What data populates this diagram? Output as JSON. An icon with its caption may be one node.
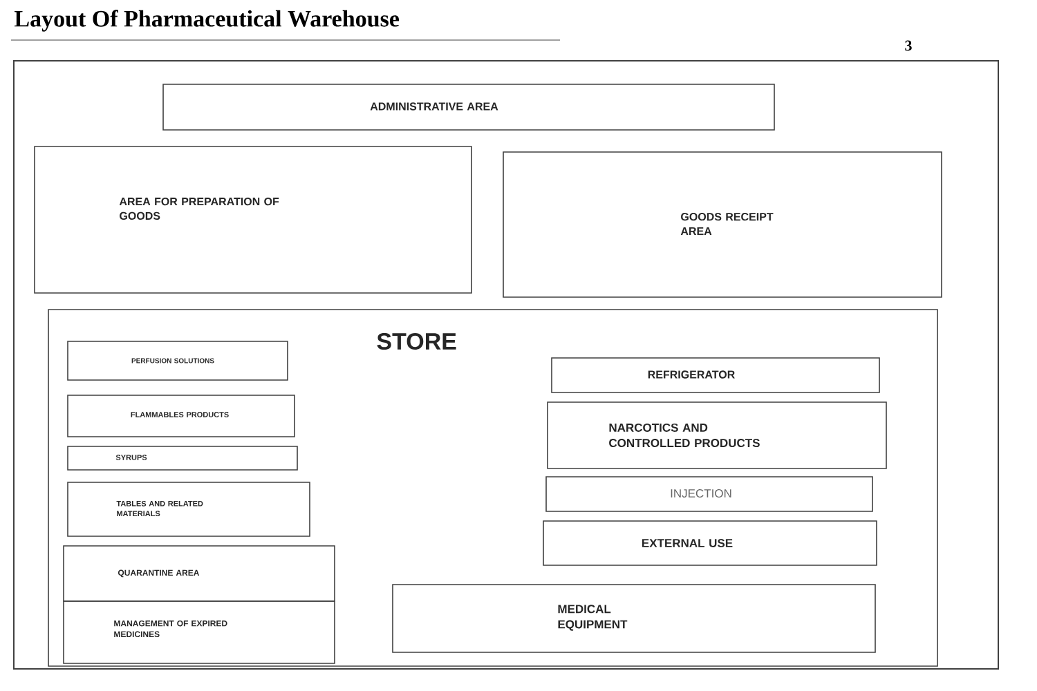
{
  "diagram": {
    "title": "Layout Of Pharmaceutical Warehouse",
    "nodes": [
      {
        "text": [],
        "shape": "box"
      },
      {
        "text": [
          "ADMINISTRATIVE AREA"
        ],
        "in": 0
      },
      {
        "text": [
          "AREA FOR PREPARATION OF GOODS"
        ],
        "in": 0
      },
      {
        "text": [
          "GOODS RECEIPT AREA"
        ],
        "in": 0
      },
      {
        "text": [
          "STORE"
        ],
        "in": 0
      },
      {
        "text": [
          "PERFUSION SOLUTIONS"
        ],
        "in": 4
      },
      {
        "text": [
          "FLAMMABLES PRODUCTS"
        ],
        "in": 4
      },
      {
        "text": [
          "SYRUPS"
        ],
        "in": 4
      },
      {
        "text": [
          "TABLES AND RELATED MATERIALS"
        ],
        "in": 4
      },
      {
        "text": [
          "QUARANTINE AREA"
        ],
        "in": 4
      },
      {
        "text": [
          "MANAGEMENT OF EXPIRED MEDICINES"
        ],
        "in": 4
      },
      {
        "text": [
          "REFRIGERATOR"
        ],
        "in": 4
      },
      {
        "text": [
          "NARCOTICS AND CONTROLLED PRODUCTS"
        ],
        "in": 4
      },
      {
        "text": [
          "INJECTION"
        ],
        "in": 4
      },
      {
        "text": [
          "EXTERNAL USE"
        ],
        "in": 4
      },
      {
        "text": [
          "MEDICAL EQUIPMENT"
        ],
        "in": 4
      }
    ],
    "edges": [],
    "labels": [
      "3"
    ]
  }
}
